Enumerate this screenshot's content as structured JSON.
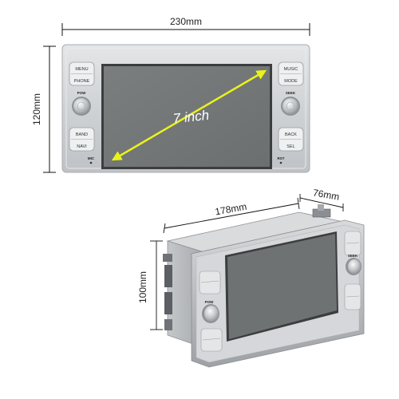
{
  "front": {
    "width_label": "230mm",
    "height_label": "120mm",
    "screen_label": "7 inch",
    "left_buttons": [
      {
        "top": "MENU",
        "bottom": "PHONE"
      },
      {
        "top": "BAND",
        "bottom": "NAVI"
      }
    ],
    "right_buttons": [
      {
        "top": "MUSIC",
        "bottom": "MODE"
      },
      {
        "top": "BACK",
        "bottom": "SEL"
      }
    ],
    "knob_left_label": "POW",
    "knob_right_label": "SEEK",
    "mic_label": "MIC",
    "reset_label": "RST"
  },
  "side": {
    "length_label": "178mm",
    "depth_label": "76mm",
    "height_label": "100mm",
    "knob_label": "POW",
    "knob_right_label": "SEEK"
  },
  "colors": {
    "bezel": "#d3d5d8",
    "screen": "#747778",
    "arrow": "#e9f21b",
    "line": "#111111"
  }
}
